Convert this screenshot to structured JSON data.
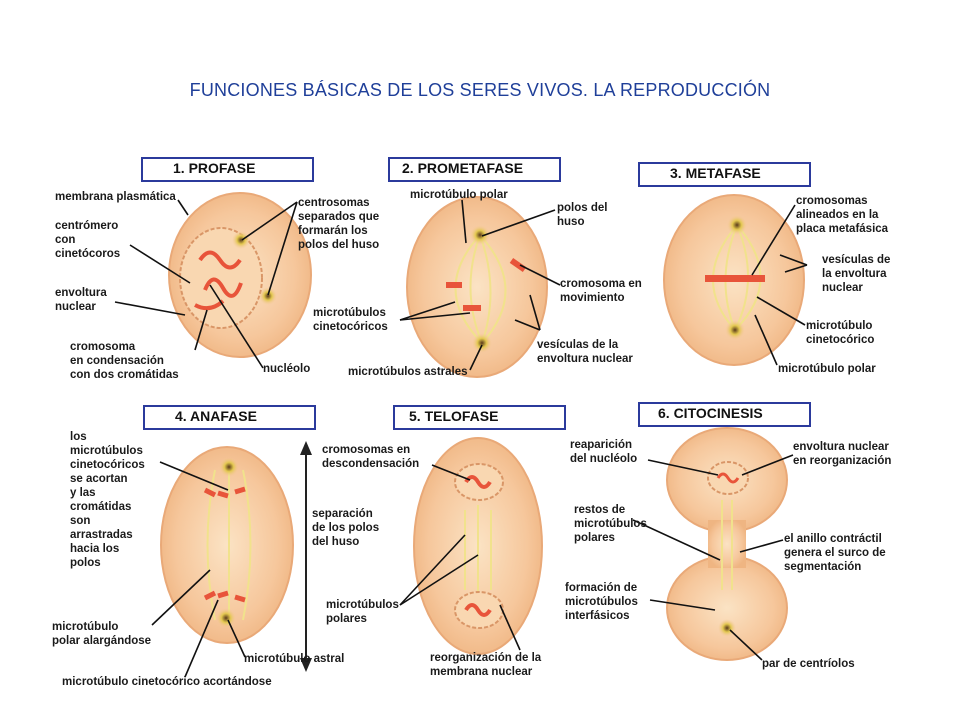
{
  "title": "FUNCIONES BÁSICAS DE LOS SERES VIVOS. LA REPRODUCCIÓN",
  "colors": {
    "title": "#1f3f99",
    "box_border": "#2b3a9c",
    "cell_fill": "#f7c59a",
    "chromosome": "#e8543a",
    "spindle": "#f1e28c"
  },
  "phases": [
    {
      "label": "1.  PROFASE",
      "annotations": [
        "membrana plasmática",
        "centrosomas\nseparados que\nformarán los\npolos del huso",
        "centrómero\ncon\ncinetócoros",
        "envoltura\nnuclear",
        "cromosoma\nen condensación\ncon dos cromátidas",
        "nucléolo"
      ]
    },
    {
      "label": "2.   PROMETAFASE",
      "annotations": [
        "microtúbulo polar",
        "polos del\nhuso",
        "cromosoma en\nmovimiento",
        "microtúbulos\ncinetocóricos",
        "vesículas de la\nenvoltura nuclear",
        "microtúbulos astrales"
      ]
    },
    {
      "label": "3.   METAFASE",
      "annotations": [
        "cromosomas\nalineados en la\nplaca metafásica",
        "vesículas de\nla envoltura\nnuclear",
        "microtúbulo\ncinetocórico",
        "microtúbulo polar"
      ]
    },
    {
      "label": "4.   ANAFASE",
      "annotations": [
        "los\nmicrotúbulos\ncinetocóricos\nse acortan\ny las\ncromátidas\nson\narrastradas\nhacia los\npolos",
        "separación\nde los polos\ndel huso",
        "microtúbulo\npolar alargándose",
        "microtúbulo astral",
        "microtúbulo cinetocórico acortándose"
      ]
    },
    {
      "label": "5.   TELOFASE",
      "annotations": [
        "cromosomas en\ndescondensación",
        "microtúbulos\npolares",
        "reorganización de la\nmembrana nuclear"
      ]
    },
    {
      "label": "6.   CITOCINESIS",
      "annotations": [
        "reaparición\ndel nucléolo",
        "envoltura nuclear\nen reorganización",
        "restos de\nmicrotúbulos\npolares",
        "el anillo contráctil\ngenera el surco de\nsegmentación",
        "formación de\nmicrotúbulos\ninterfásicos",
        "par de centríolos"
      ]
    }
  ]
}
